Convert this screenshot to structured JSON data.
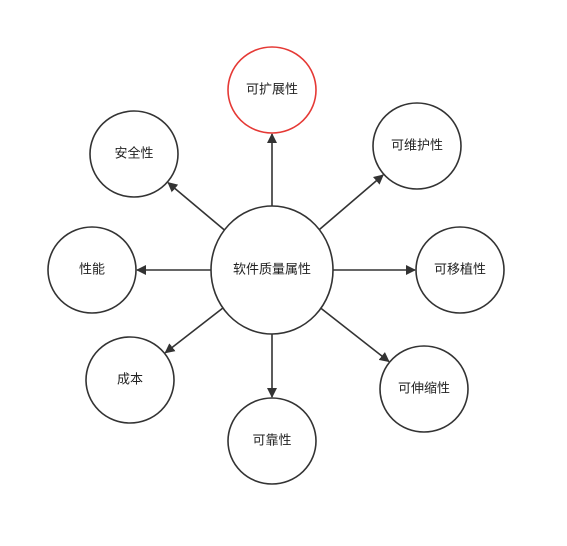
{
  "diagram": {
    "center": {
      "label": "软件质量属性"
    },
    "nodes": [
      {
        "id": "extensibility",
        "label": "可扩展性",
        "highlighted": true
      },
      {
        "id": "maintainability",
        "label": "可维护性",
        "highlighted": false
      },
      {
        "id": "portability",
        "label": "可移植性",
        "highlighted": false
      },
      {
        "id": "scalability",
        "label": "可伸缩性",
        "highlighted": false
      },
      {
        "id": "reliability",
        "label": "可靠性",
        "highlighted": false
      },
      {
        "id": "cost",
        "label": "成本",
        "highlighted": false
      },
      {
        "id": "performance",
        "label": "性能",
        "highlighted": false
      },
      {
        "id": "security",
        "label": "安全性",
        "highlighted": false
      }
    ],
    "colors": {
      "stroke": "#333333",
      "highlight": "#e53935",
      "text": "#222222",
      "background": "#ffffff"
    }
  }
}
